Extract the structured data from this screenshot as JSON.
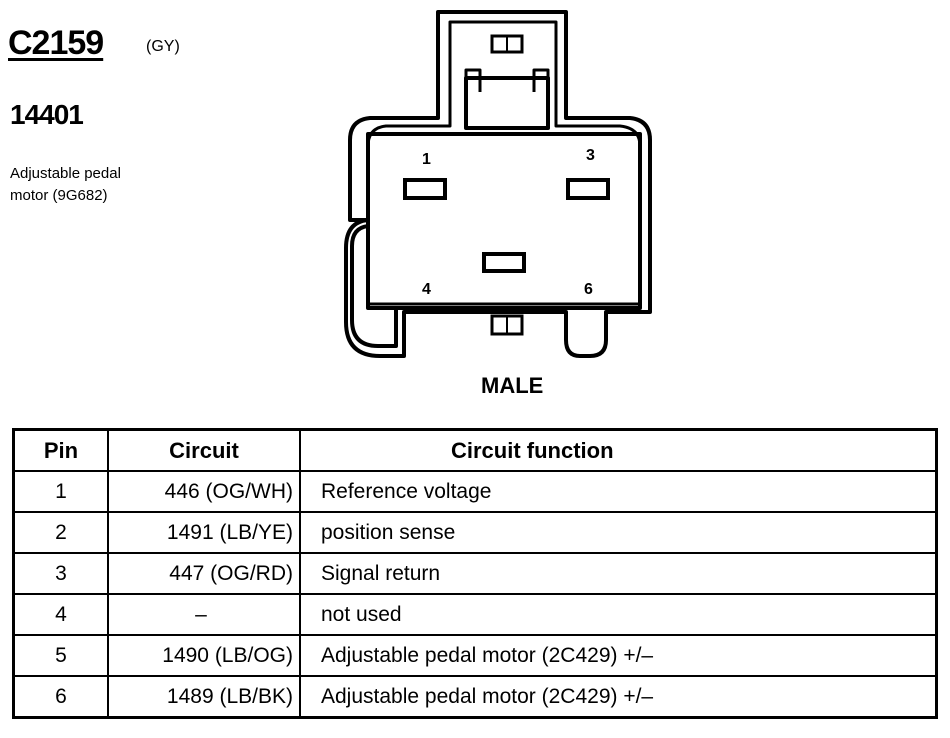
{
  "connector": {
    "id": "C2159",
    "color_code": "(GY)",
    "part_number": "14401",
    "description_line1": "Adjustable pedal",
    "description_line2": "motor (9G682)",
    "view": "MALE",
    "pin_labels": [
      "1",
      "3",
      "4",
      "6"
    ]
  },
  "table": {
    "headers": {
      "pin": "Pin",
      "circuit": "Circuit",
      "function": "Circuit function"
    },
    "rows": [
      {
        "pin": "1",
        "circuit": "446 (OG/WH)",
        "function": "Reference voltage"
      },
      {
        "pin": "2",
        "circuit": "1491 (LB/YE)",
        "function": "position sense"
      },
      {
        "pin": "3",
        "circuit": "447 (OG/RD)",
        "function": "Signal return"
      },
      {
        "pin": "4",
        "circuit": "–",
        "function": "not used"
      },
      {
        "pin": "5",
        "circuit": "1490 (LB/OG)",
        "function": "Adjustable pedal motor (2C429) +/–"
      },
      {
        "pin": "6",
        "circuit": "1489 (LB/BK)",
        "function": "Adjustable pedal motor (2C429) +/–"
      }
    ]
  }
}
